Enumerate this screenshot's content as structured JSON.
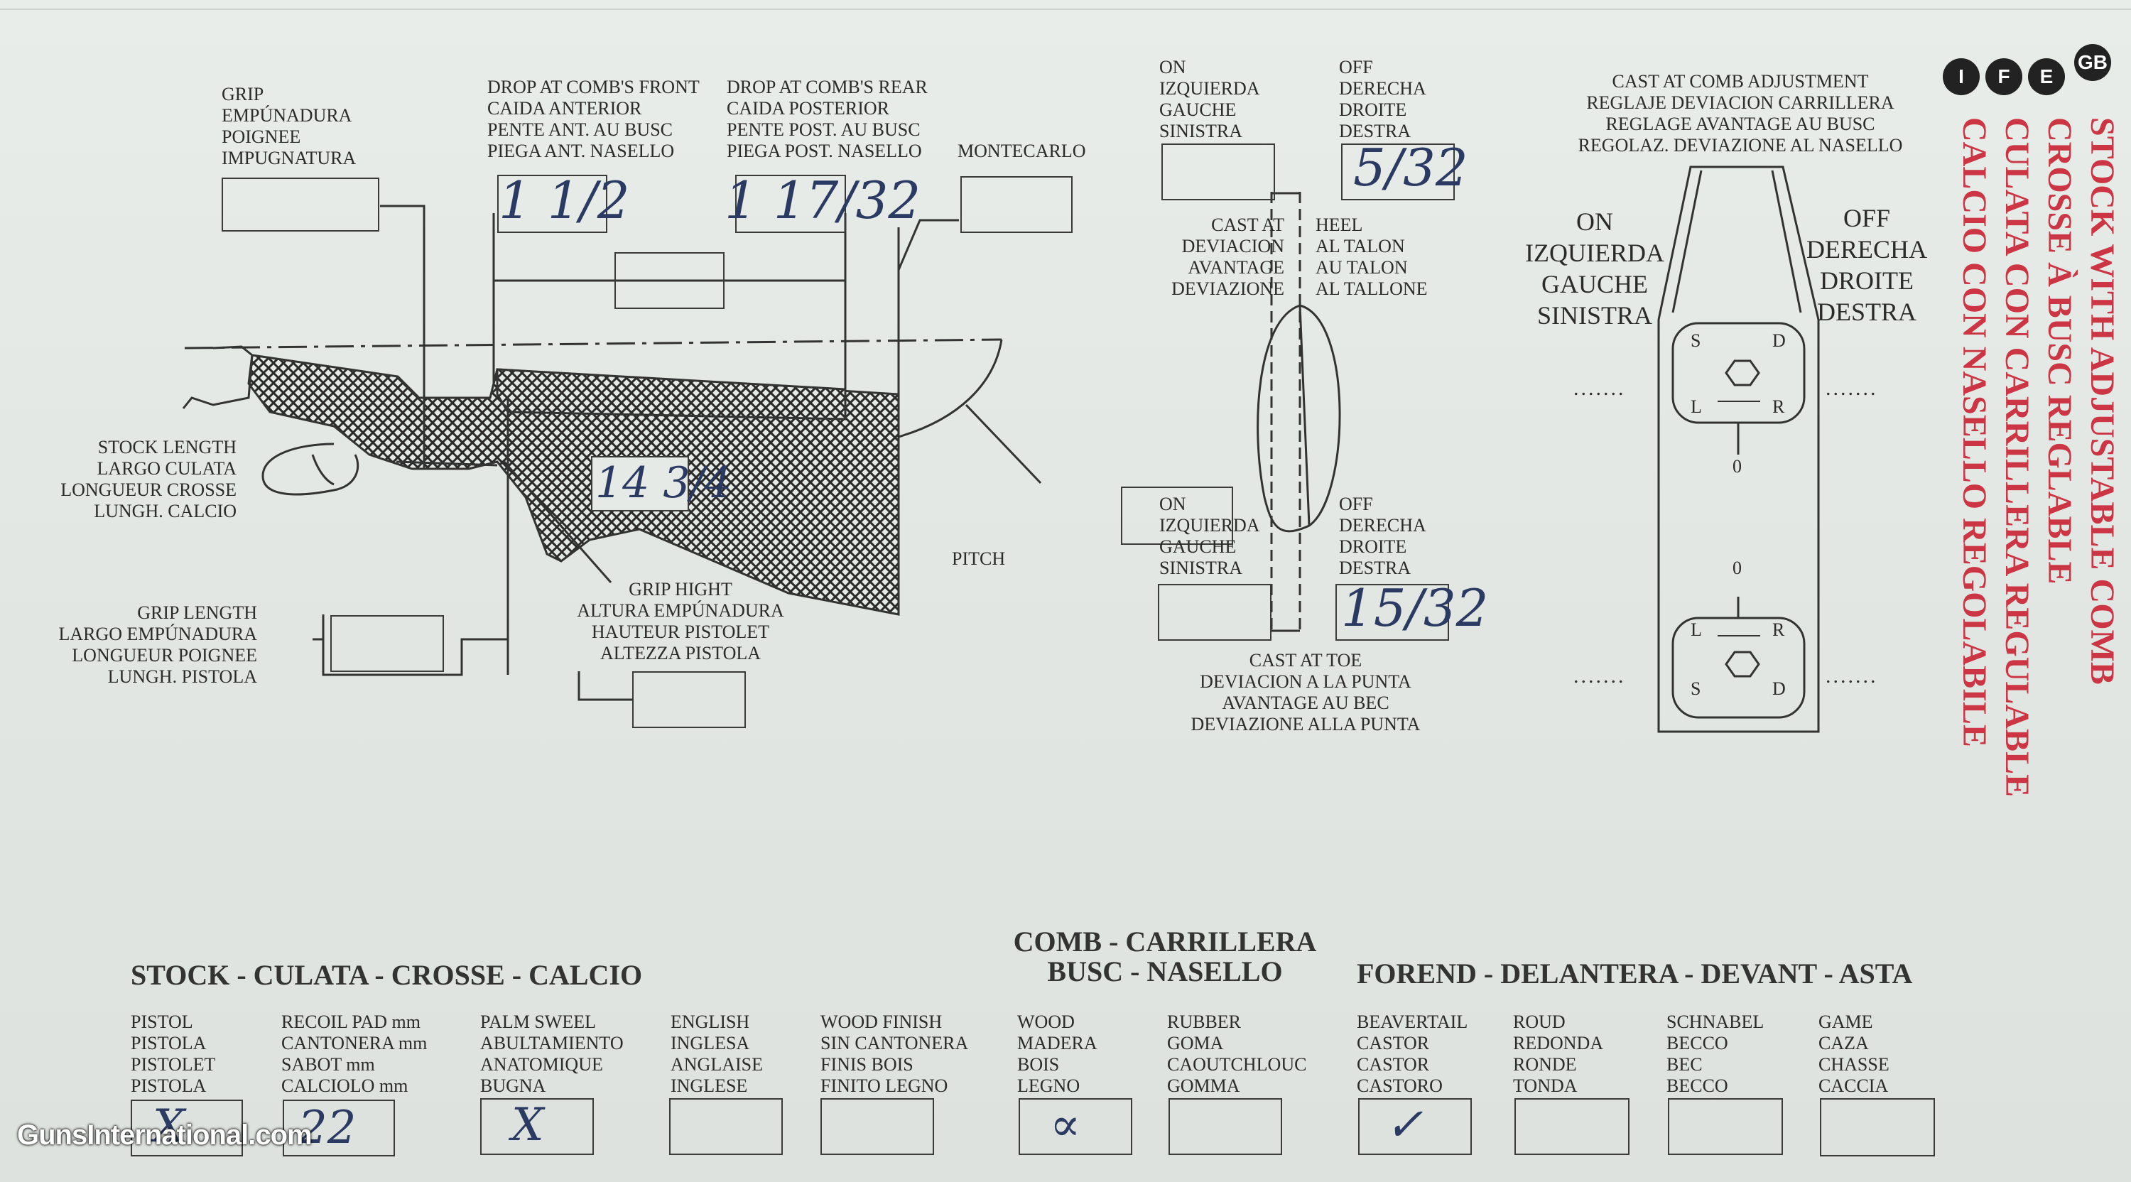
{
  "side_header": {
    "badges": [
      "GB",
      "E",
      "F",
      "I"
    ],
    "titles": [
      "STOCK WITH ADJUSTABLE COMB",
      "CROSSE À BUSC REGLABLE",
      "CULATA CON CARRILLERA REGULABLE",
      "CALCIO CON NASELLO REGOLABILE"
    ],
    "accent_color": "#cc3543"
  },
  "stock_diagram": {
    "grip": "GRIP\nEMPÚNADURA\nPOIGNEE\nIMPUGNATURA",
    "drop_front": "DROP AT COMB'S FRONT\nCAIDA ANTERIOR\nPENTE ANT. AU BUSC\nPIEGA ANT. NASELLO",
    "drop_front_value": "1 1/2",
    "drop_rear": "DROP AT COMB'S REAR\nCAIDA POSTERIOR\nPENTE POST. AU BUSC\nPIEGA POST. NASELLO",
    "drop_rear_value": "1 17/32",
    "montecarlo": "MONTECARLO",
    "stock_length": "STOCK LENGTH\nLARGO CULATA\nLONGUEUR CROSSE\nLUNGH. CALCIO",
    "stock_length_value": "14 3/4",
    "pitch": "PITCH",
    "grip_length": "GRIP LENGTH\nLARGO EMPÚNADURA\nLONGUEUR POIGNEE\nLUNGH. PISTOLA",
    "grip_height": "GRIP HIGHT\nALTURA EMPÚNADURA\nHAUTEUR PISTOLET\nALTEZZA PISTOLA"
  },
  "cast_diagram": {
    "on_top": "ON\nIZQUIERDA\nGAUCHE\nSINISTRA",
    "off_top": "OFF\nDERECHA\nDROITE\nDESTRA",
    "heel_value": "5/32",
    "cast_at": "CAST AT\nDEVIACION\nAVANTAGE\nDEVIAZIONE",
    "heel": "HEEL\nAL TALON\nAU TALON\nAL TALLONE",
    "on_bottom": "ON\nIZQUIERDA\nGAUCHE\nSINISTRA",
    "off_bottom": "OFF\nDERECHA\nDROITE\nDESTRA",
    "toe_value": "15/32",
    "cast_toe": "CAST AT TOE\nDEVIACION A LA PUNTA\nAVANTAGE AU BEC\nDEVIAZIONE ALLA PUNTA"
  },
  "comb_adjust": {
    "title": "CAST AT COMB ADJUSTMENT\nREGLAJE DEVIACION CARRILLERA\nREGLAGE AVANTAGE AU BUSC\nREGOLAZ. DEVIAZIONE AL NASELLO",
    "on": "ON\nIZQUIERDA\nGAUCHE\nSINISTRA",
    "off": "OFF\nDERECHA\nDROITE\nDESTRA",
    "dots": ".......",
    "s": "S",
    "d": "D",
    "l": "L",
    "r": "R",
    "zero": "0"
  },
  "sections": {
    "stock": "STOCK - CULATA - CROSSE - CALCIO",
    "comb": "COMB - CARRILLERA\nBUSC - NASELLO",
    "forend": "FOREND - DELANTERA - DEVANT - ASTA"
  },
  "options": [
    {
      "label": "PISTOL\nPISTOLA\nPISTOLET\nPISTOLA",
      "mark": "X"
    },
    {
      "label": "RECOIL PAD mm\nCANTONERA mm\nSABOT mm\nCALCIOLO mm",
      "mark": "22"
    },
    {
      "label": "PALM SWEEL\nABULTAMIENTO\nANATOMIQUE\nBUGNA",
      "mark": "X"
    },
    {
      "label": "ENGLISH\nINGLESA\nANGLAISE\nINGLESE",
      "mark": ""
    },
    {
      "label": "WOOD FINISH\nSIN CANTONERA\nFINIS BOIS\nFINITO LEGNO",
      "mark": ""
    },
    {
      "label": "WOOD\nMADERA\nBOIS\nLEGNO",
      "mark": "∝"
    },
    {
      "label": "RUBBER\nGOMA\nCAOUTCHLOUC\nGOMMA",
      "mark": ""
    },
    {
      "label": "BEAVERTAIL\nCASTOR\nCASTOR\nCASTORO",
      "mark": "✓"
    },
    {
      "label": "ROUD\nREDONDA\nRONDE\nTONDA",
      "mark": ""
    },
    {
      "label": "SCHNABEL\nBECCO\nBEC\nBECCO",
      "mark": ""
    },
    {
      "label": "GAME\nCAZA\nCHASSE\nCACCIA",
      "mark": ""
    }
  ],
  "watermark": "GunsInternational.com"
}
